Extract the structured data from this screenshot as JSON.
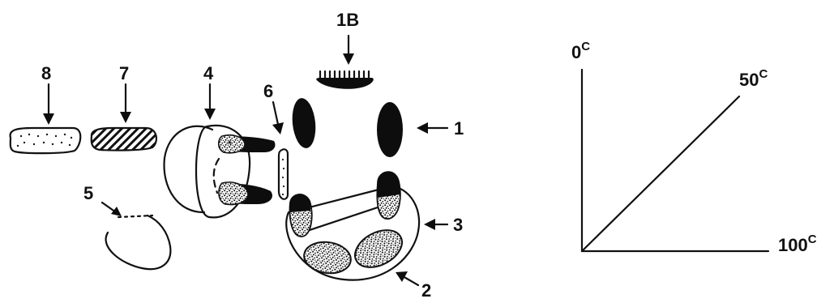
{
  "callouts": {
    "c1": "1",
    "c1b": "1B",
    "c2": "2",
    "c3": "3",
    "c4": "4",
    "c5": "5",
    "c6": "6",
    "c7": "7",
    "c8": "8"
  },
  "angle_key": {
    "deg0": "0",
    "deg50": "50",
    "deg100": "100",
    "unit": "C"
  }
}
